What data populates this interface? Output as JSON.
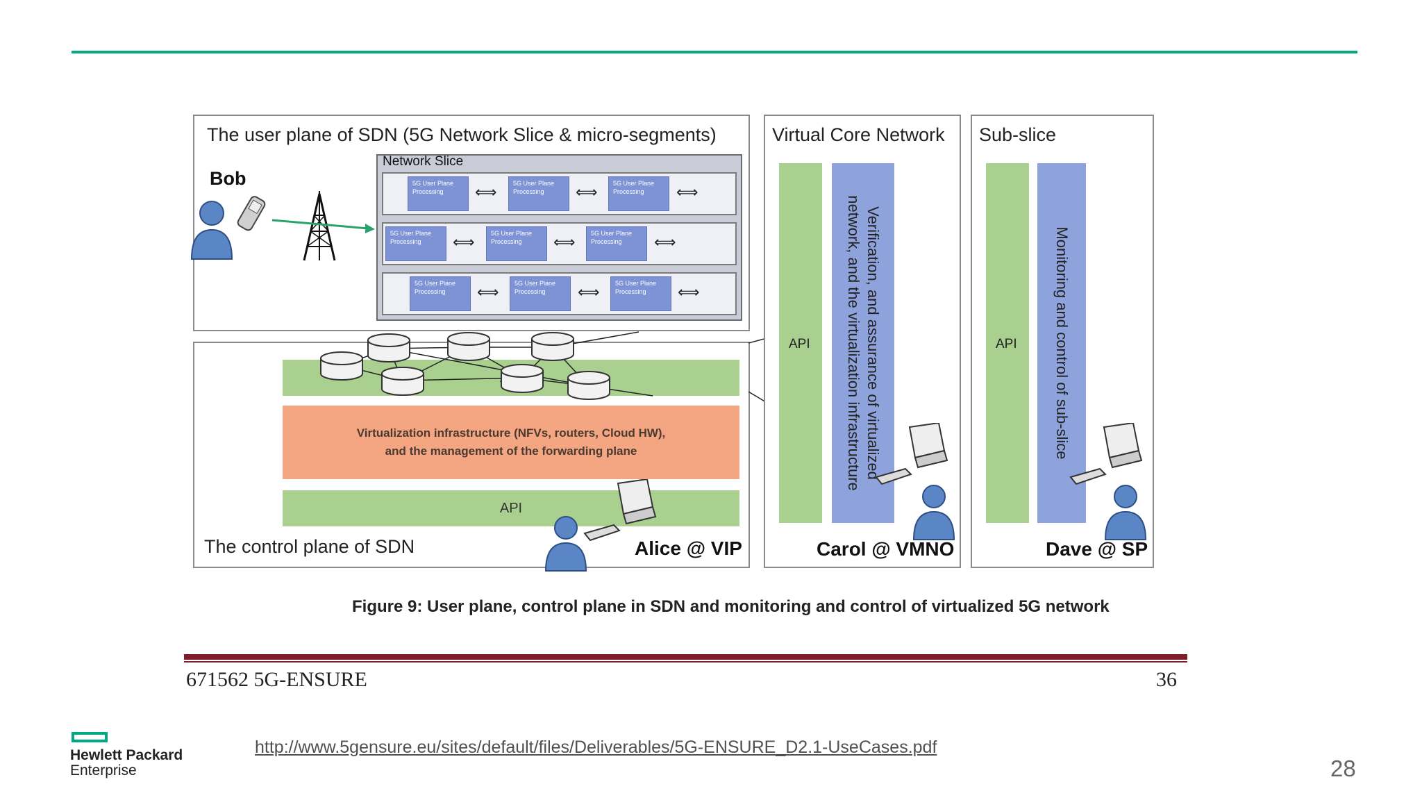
{
  "diagram": {
    "user_plane_title": "The user plane of SDN (5G Network Slice & micro-segments)",
    "network_slice_label": "Network Slice",
    "processing_block_line1": "5G User Plane",
    "processing_block_line2": "Processing",
    "bob_label": "Bob",
    "api_label": "API",
    "virtualization_line1": "Virtualization infrastructure (NFVs, routers, Cloud HW),",
    "virtualization_line2": "and the management of the forwarding plane",
    "control_plane_title": "The control plane of SDN",
    "alice_label": "Alice @ VIP",
    "virtual_core_title": "Virtual Core Network",
    "verification_line1": "Verification, and assurance of virtualized",
    "verification_line2": "network, and the virtualization infrastructure",
    "carol_label": "Carol @ VMNO",
    "subslice_title": "Sub-slice",
    "monitoring_text": "Monitoring and control of sub-slice",
    "dave_label": "Dave @ SP"
  },
  "figure_caption": "Figure 9: User plane, control plane in SDN and monitoring and control of virtualized 5G network",
  "doc_footer": {
    "doc_id": "671562 5G-ENSURE",
    "page": "36"
  },
  "source_link": "http://www.5gensure.eu/sites/default/files/Deliverables/5G-ENSURE_D2.1-UseCases.pdf",
  "slide_number": "28",
  "logo": {
    "line1": "Hewlett Packard",
    "line2": "Enterprise"
  },
  "colors": {
    "accent": "#01a982",
    "footer_rule": "#7f1d2b",
    "api_green": "#a9d08e",
    "virt_orange": "#f4a582",
    "proc_blue": "#7e93d6"
  }
}
